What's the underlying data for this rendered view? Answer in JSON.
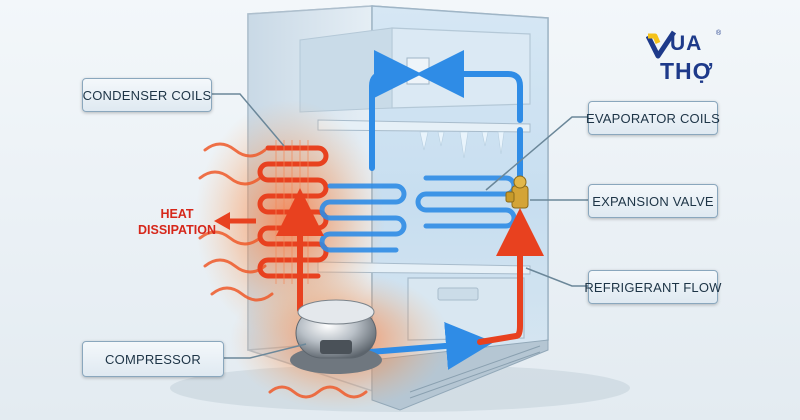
{
  "labels": {
    "condenser_coils": "CONDENSER COILS",
    "evaporator_coils": "EVAPORATOR COILS",
    "expansion_valve": "EXPANSION VALVE",
    "refrigerant_flow": "REFRIGERANT FLOW",
    "compressor": "COMPRESSOR",
    "heat_line1": "HEAT",
    "heat_line2": "DISSIPATION"
  },
  "logo": {
    "line1": "UA",
    "line2": "THỢ",
    "mark": "®"
  },
  "colors": {
    "hot": "#e8411f",
    "cold": "#2f8ce6",
    "callout_border": "#8aa7bd",
    "logo_blue": "#1e3a8a",
    "logo_yellow": "#f5c21a"
  }
}
